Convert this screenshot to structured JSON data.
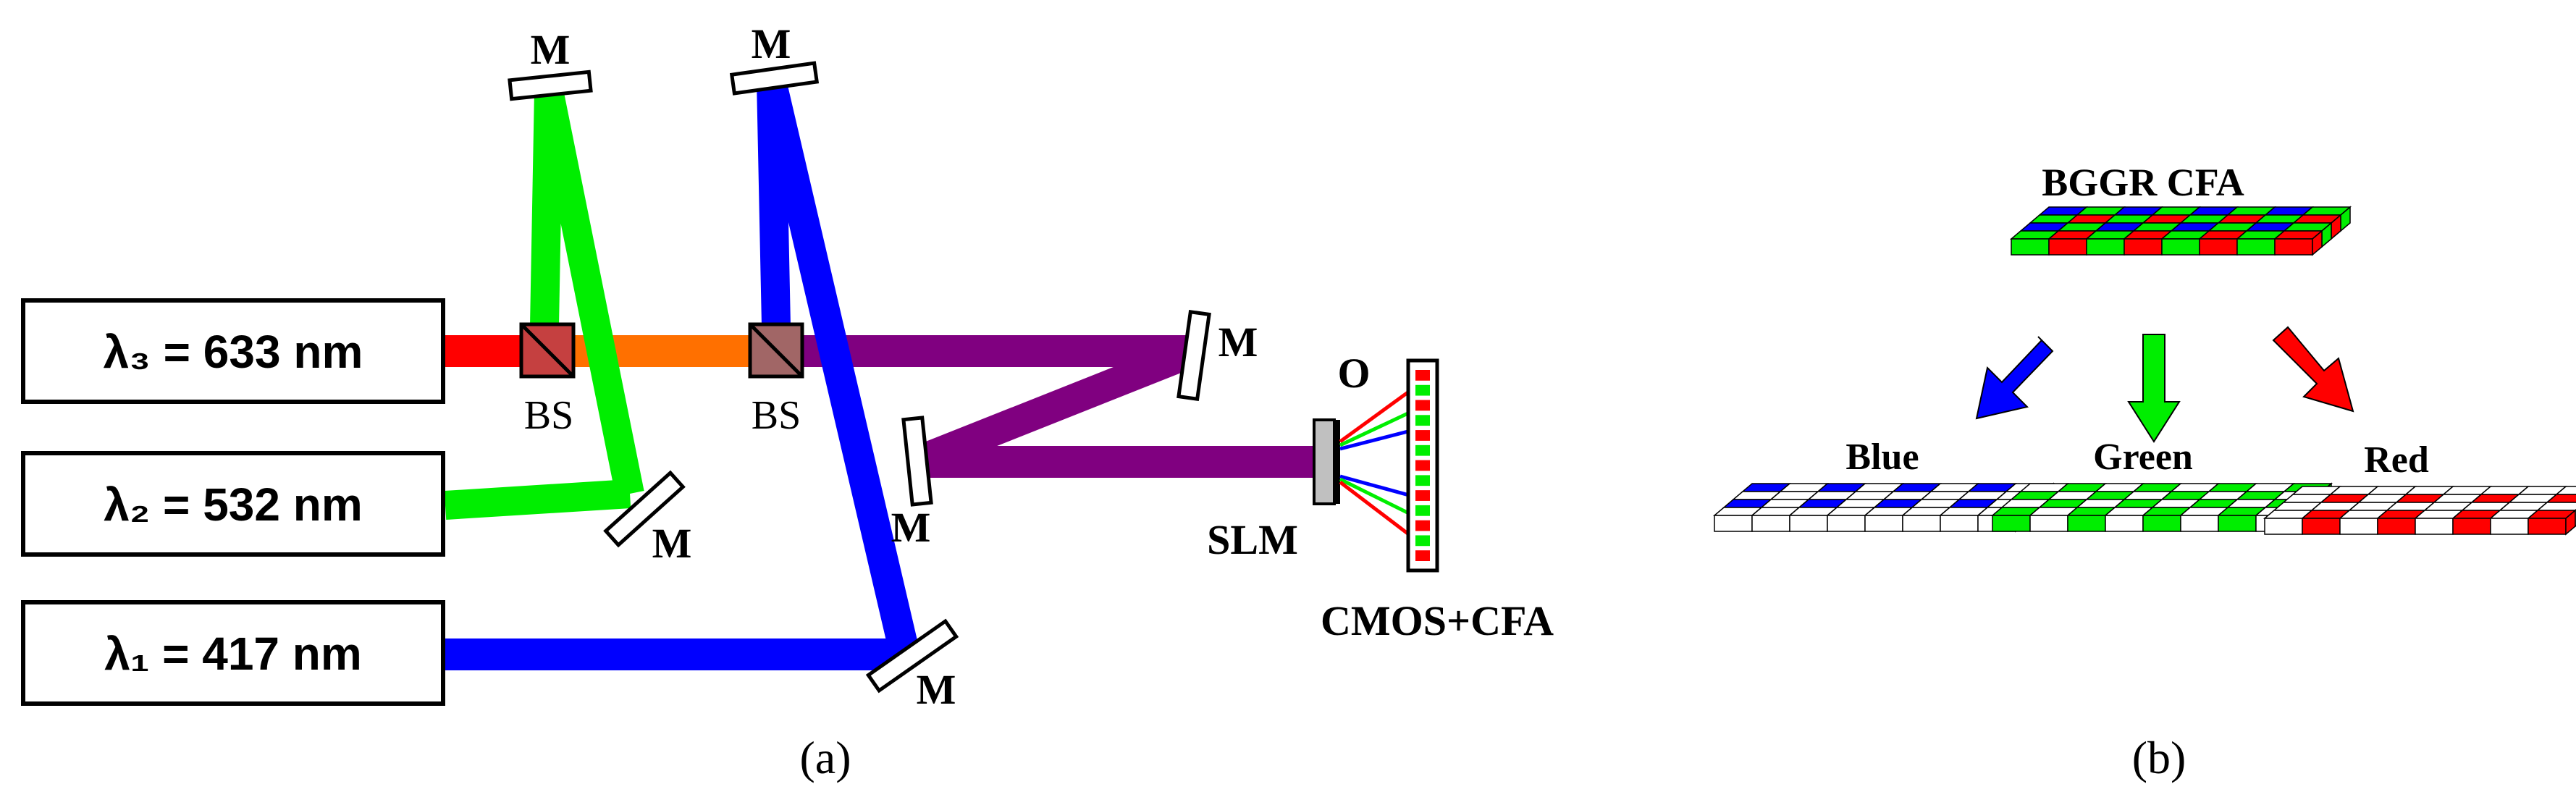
{
  "panel_a": {
    "caption": "(a)",
    "lasers": [
      {
        "id": "laser3",
        "label": "λ₃ = 633 nm",
        "color": "#ff0000"
      },
      {
        "id": "laser2",
        "label": "λ₂ = 532 nm",
        "color": "#00ee00"
      },
      {
        "id": "laser1",
        "label": "λ₁ = 417 nm",
        "color": "#0000ff"
      }
    ],
    "labels": {
      "mirror": "M",
      "beam_splitter": "BS",
      "slm": "SLM",
      "object": "O",
      "sensor": "CMOS+CFA"
    },
    "beam_colors": {
      "red": "#ff0000",
      "green": "#00ee00",
      "blue": "#0000ff",
      "orange": "#ff7000",
      "purple": "#800080"
    }
  },
  "panel_b": {
    "caption": "(b)",
    "title": "BGGR CFA",
    "channels": [
      {
        "name": "Blue",
        "color": "#0000ff"
      },
      {
        "name": "Green",
        "color": "#00ee00"
      },
      {
        "name": "Red",
        "color": "#ff0000"
      }
    ]
  }
}
